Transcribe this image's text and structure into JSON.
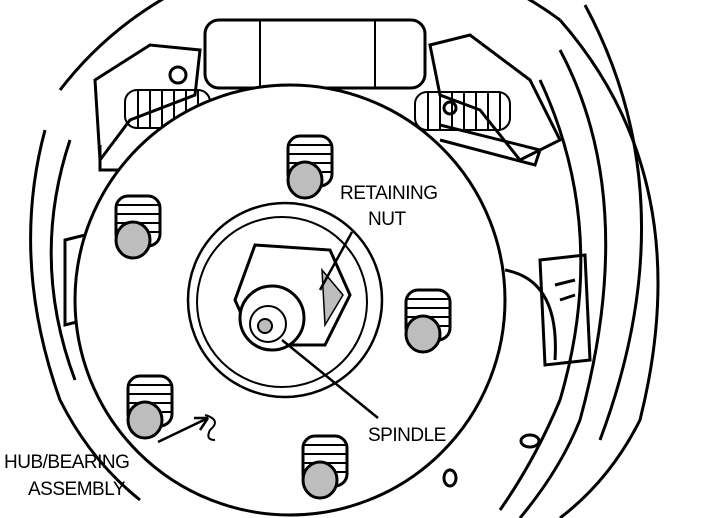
{
  "labels": {
    "retaining_nut_line1": "RETAINING",
    "retaining_nut_line2": "NUT",
    "spindle": "SPINDLE",
    "hub_bearing_line1": "HUB/BEARING",
    "hub_bearing_line2": "ASSEMBLY"
  },
  "colors": {
    "ink": "#000000",
    "paper": "#ffffff",
    "stud_shade": "#bdbdbd"
  }
}
